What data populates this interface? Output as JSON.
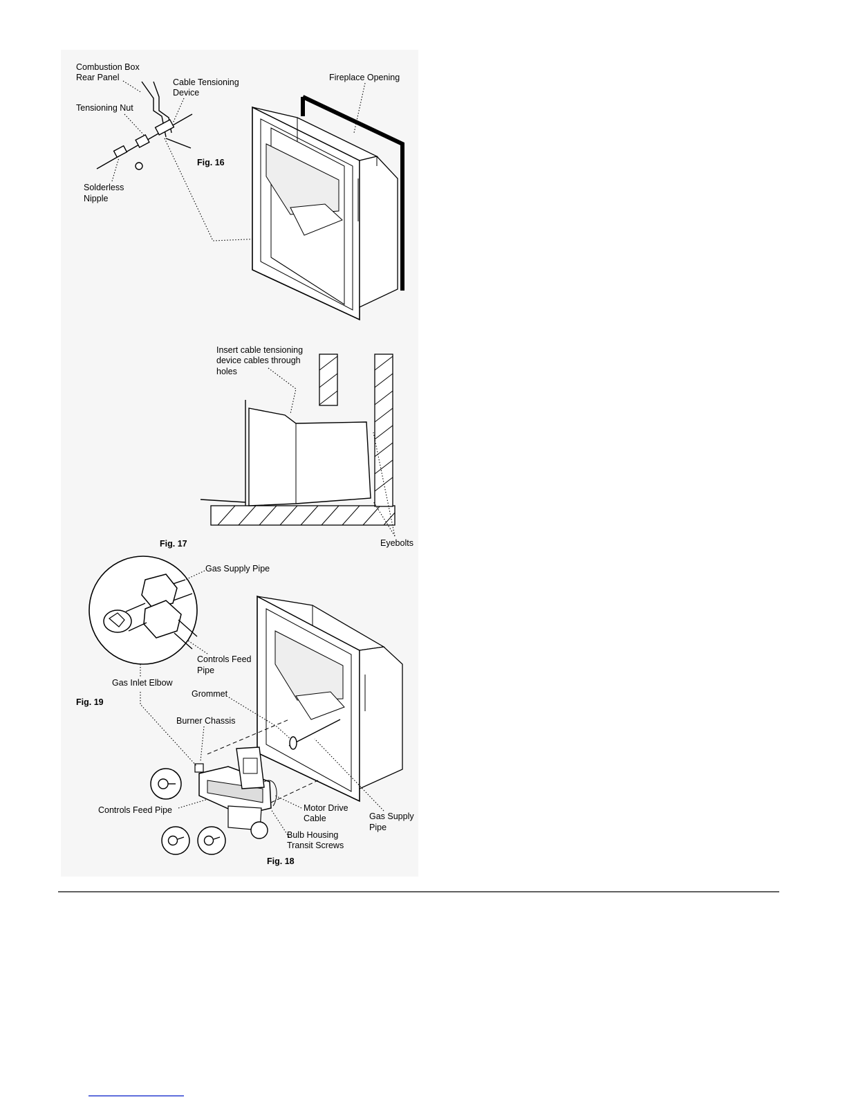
{
  "fig16": {
    "figure_label": "Fig. 16",
    "labels": {
      "combustion_box_line1": "Combustion Box",
      "combustion_box_line2": "Rear Panel",
      "cable_tensioning_line1": "Cable Tensioning",
      "cable_tensioning_line2": "Device",
      "tensioning_nut": "Tensioning Nut",
      "solderless_line1": "Solderless",
      "solderless_line2": "Nipple",
      "fireplace_opening": "Fireplace Opening"
    }
  },
  "fig17": {
    "figure_label": "Fig. 17",
    "labels": {
      "insert_line1": "Insert cable tensioning",
      "insert_line2": "device cables through",
      "insert_line3": "holes",
      "eyebolts": "Eyebolts"
    }
  },
  "fig19": {
    "figure_label": "Fig. 19",
    "labels": {
      "gas_supply_pipe": "Gas Supply Pipe",
      "controls_feed_line1": "Controls Feed",
      "controls_feed_line2": "Pipe",
      "gas_inlet_elbow": "Gas Inlet Elbow"
    }
  },
  "fig18": {
    "figure_label": "Fig. 18",
    "labels": {
      "grommet": "Grommet",
      "burner_chassis": "Burner Chassis",
      "controls_feed_pipe": "Controls Feed Pipe",
      "motor_drive_line1": "Motor Drive",
      "motor_drive_line2": "Cable",
      "bulb_housing_line1": "Bulb Housing",
      "bulb_housing_line2": "Transit Screws",
      "gas_supply_line1": "Gas Supply",
      "gas_supply_line2": "Pipe"
    }
  }
}
